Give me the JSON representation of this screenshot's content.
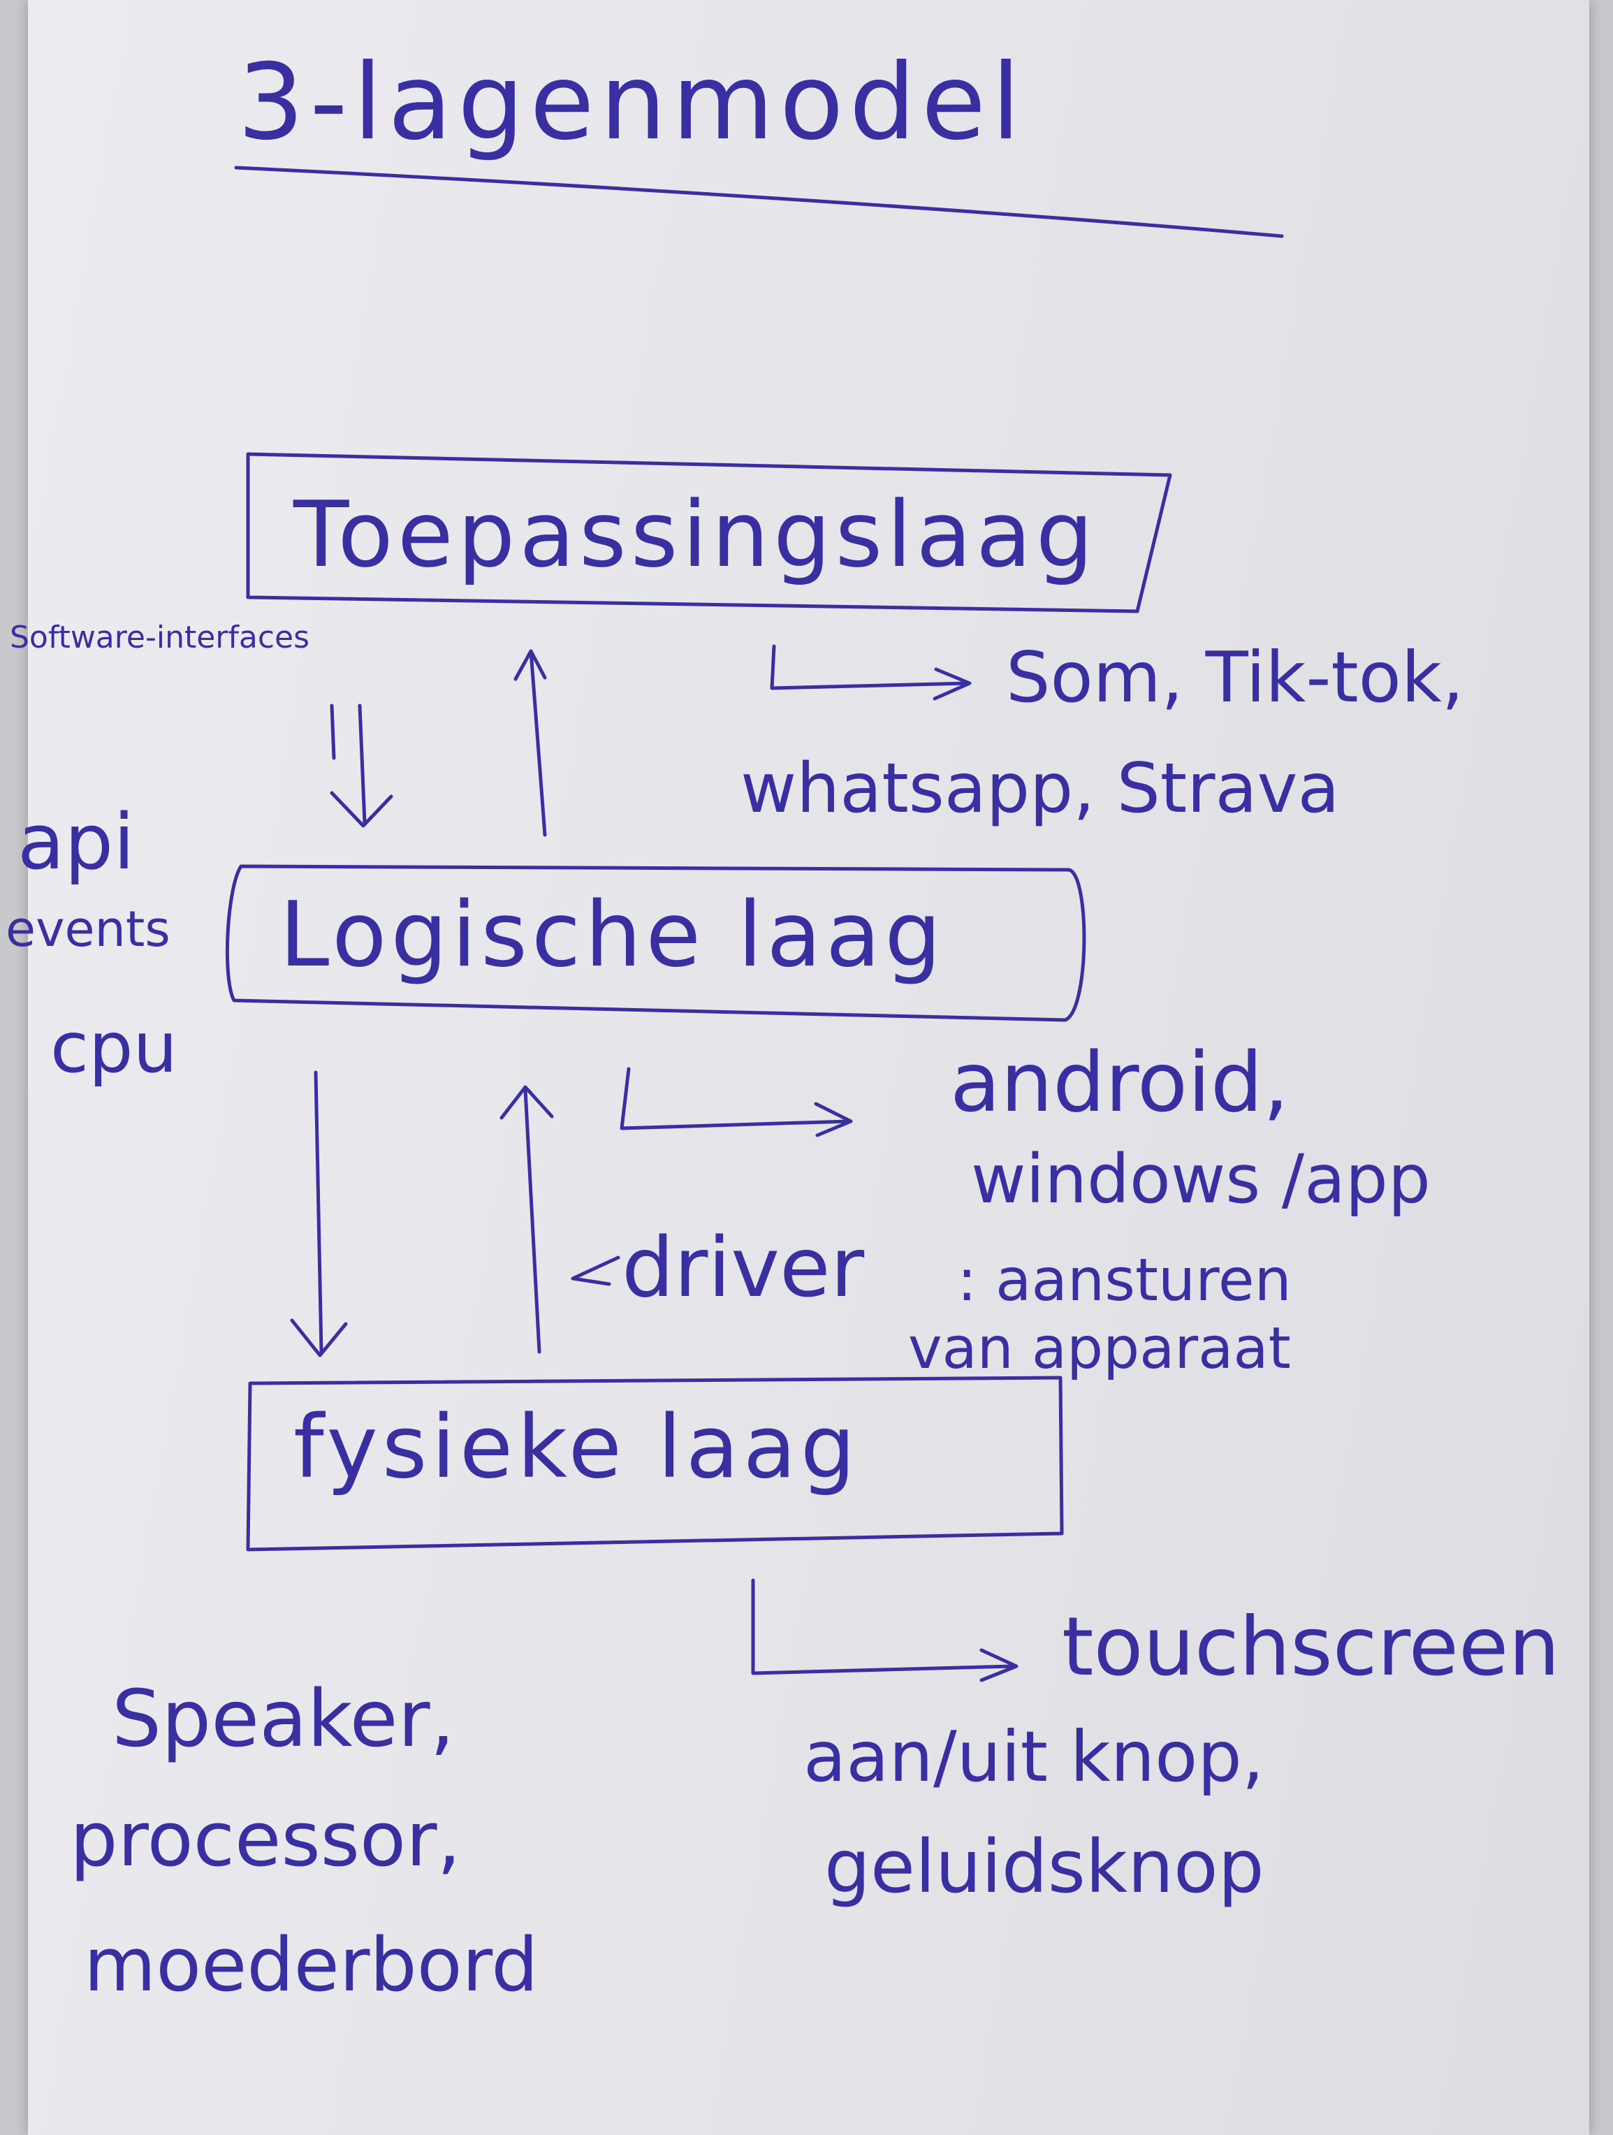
{
  "title": "3-lagenmodel",
  "layers": {
    "top": "Toepassingslaag",
    "middle": "Logische laag",
    "bottom": "fysieke laag"
  },
  "left_notes": {
    "software_interfaces": "Software-interfaces",
    "api": "api",
    "events": "events",
    "cpu": "cpu"
  },
  "examples": {
    "top_line1": "Som, Tik-tok,",
    "top_line2": "whatsapp, Strava",
    "middle_line1": "android,",
    "middle_line2": "windows /app",
    "bottom_line1": "touchscreen",
    "bottom_line2": "aan/uit knop,",
    "bottom_line3": "geluidsknop"
  },
  "driver": {
    "label": "driver",
    "desc_line1": ": aansturen",
    "desc_line2": "van apparaat"
  },
  "hardware": {
    "line1": "Speaker,",
    "line2": "processor,",
    "line3": "moederbord"
  }
}
